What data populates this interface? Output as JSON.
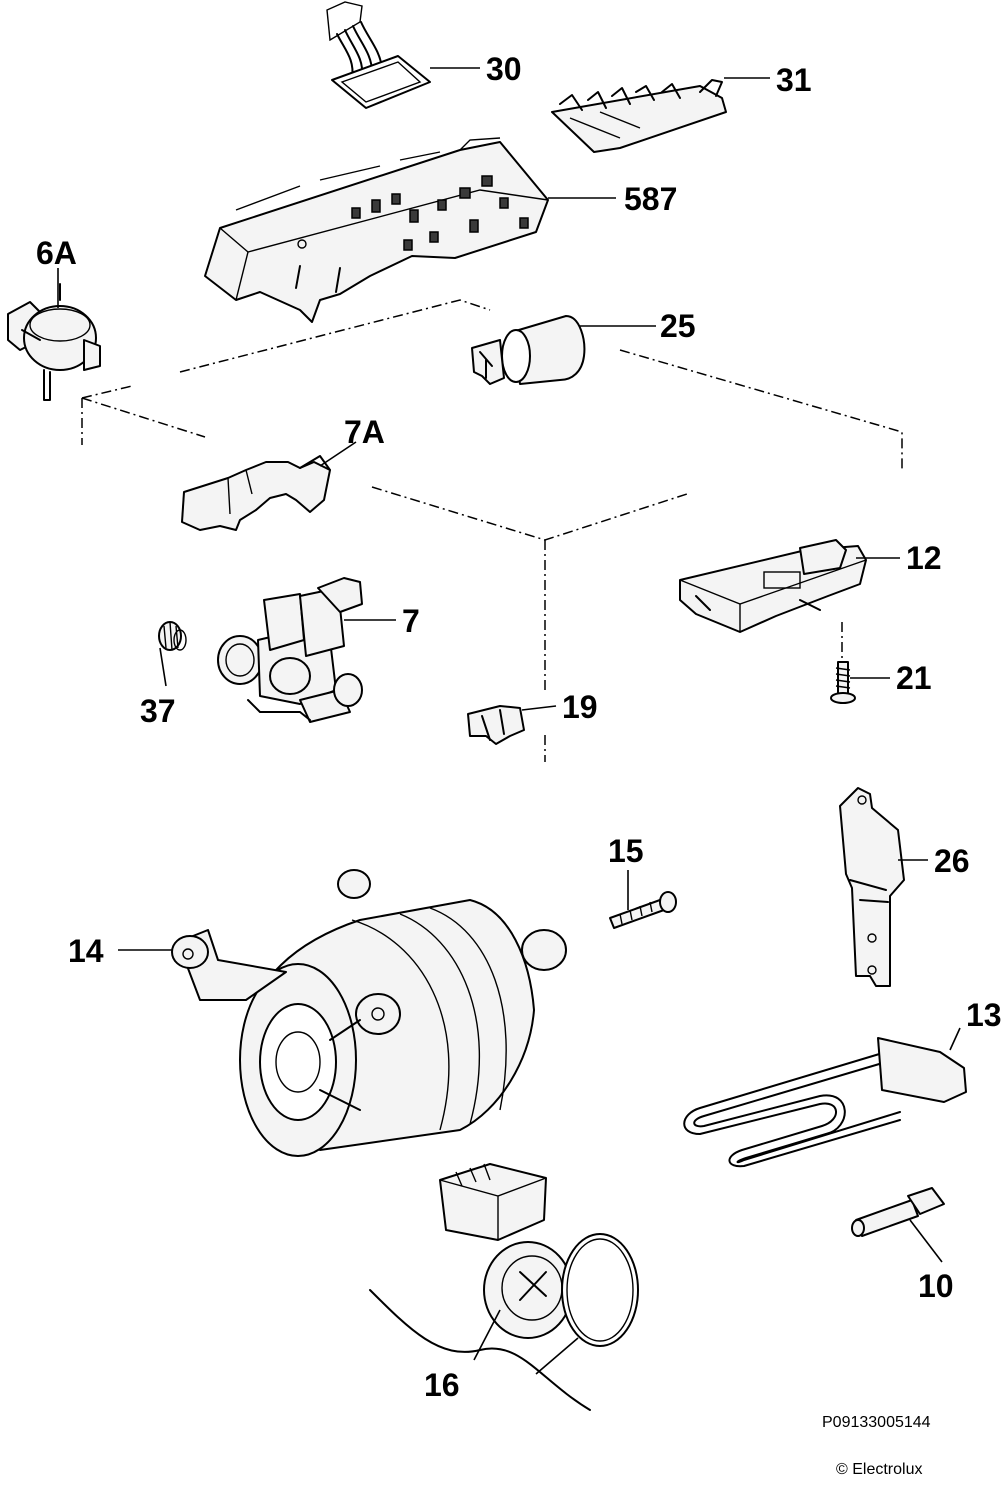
{
  "callouts": [
    {
      "id": "30",
      "text": "30"
    },
    {
      "id": "31",
      "text": "31"
    },
    {
      "id": "587",
      "text": "587"
    },
    {
      "id": "6A",
      "text": "6A"
    },
    {
      "id": "25",
      "text": "25"
    },
    {
      "id": "7A",
      "text": "7A"
    },
    {
      "id": "12",
      "text": "12"
    },
    {
      "id": "7",
      "text": "7"
    },
    {
      "id": "21",
      "text": "21"
    },
    {
      "id": "37",
      "text": "37"
    },
    {
      "id": "19",
      "text": "19"
    },
    {
      "id": "15",
      "text": "15"
    },
    {
      "id": "26",
      "text": "26"
    },
    {
      "id": "14",
      "text": "14"
    },
    {
      "id": "13",
      "text": "13"
    },
    {
      "id": "10",
      "text": "10"
    },
    {
      "id": "16",
      "text": "16"
    }
  ],
  "footer": {
    "code": "P09133005144",
    "copyright": "© Electrolux"
  }
}
